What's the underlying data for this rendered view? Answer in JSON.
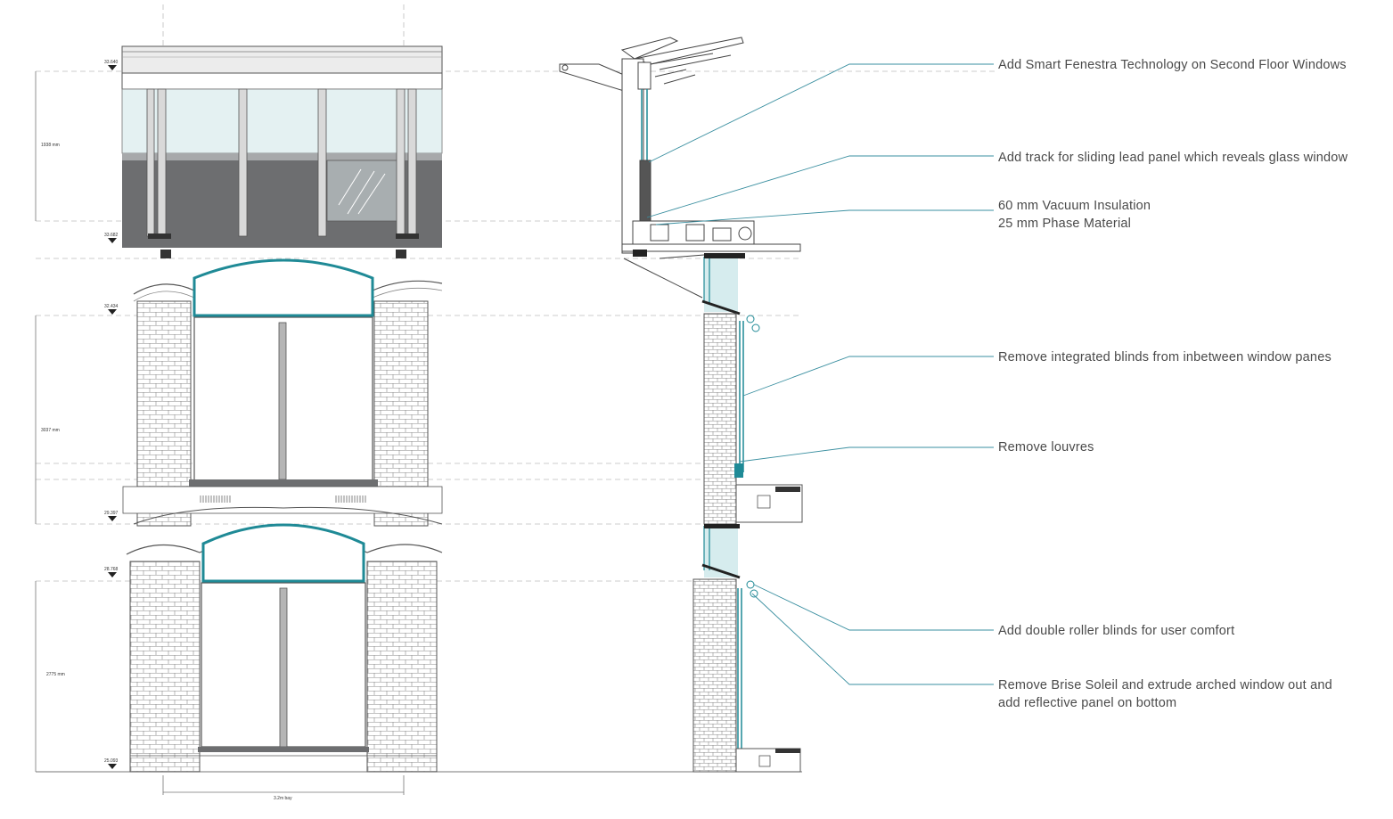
{
  "colors": {
    "accent": "#1f8a96",
    "leader": "#3a8fa0",
    "glass": "#d6ecee",
    "dark_panel": "#6d6e70",
    "line": "#555555"
  },
  "elevation": {
    "levels": [
      "33.640",
      "33.682",
      "32.434",
      "29.397",
      "28.768",
      "25.093"
    ],
    "dims": [
      "1938 mm",
      "3037 mm",
      "2775 mm"
    ],
    "bay_label": "3.2m bay"
  },
  "annotations": [
    {
      "lines": [
        "Add Smart Fenestra Technology on Second Floor Windows"
      ]
    },
    {
      "lines": [
        "Add track for sliding lead panel which reveals glass window"
      ]
    },
    {
      "lines": [
        "60 mm Vacuum Insulation",
        "25 mm Phase Material"
      ]
    },
    {
      "lines": [
        "Remove integrated blinds from inbetween window panes"
      ]
    },
    {
      "lines": [
        "Remove louvres"
      ]
    },
    {
      "lines": [
        "Add double roller blinds for user comfort"
      ]
    },
    {
      "lines": [
        "Remove Brise Soleil and extrude arched window out and",
        "add reflective panel on bottom"
      ]
    }
  ]
}
